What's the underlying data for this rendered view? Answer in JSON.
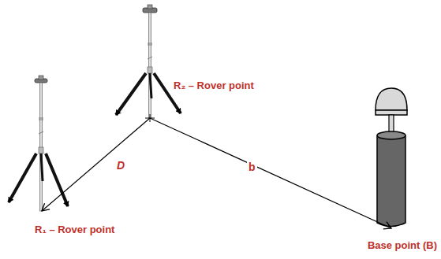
{
  "diagram": {
    "nodes": [
      {
        "text": [
          "R₁ – Rover point"
        ]
      },
      {
        "text": [
          "R₂ – Rover point"
        ]
      },
      {
        "text": [
          "Base point (B)"
        ]
      }
    ],
    "edges": [
      {
        "from": 1,
        "to": 0,
        "label": "D",
        "arrow": "to"
      },
      {
        "from": 1,
        "to": 2,
        "label": "b",
        "arrow": "to"
      }
    ]
  }
}
